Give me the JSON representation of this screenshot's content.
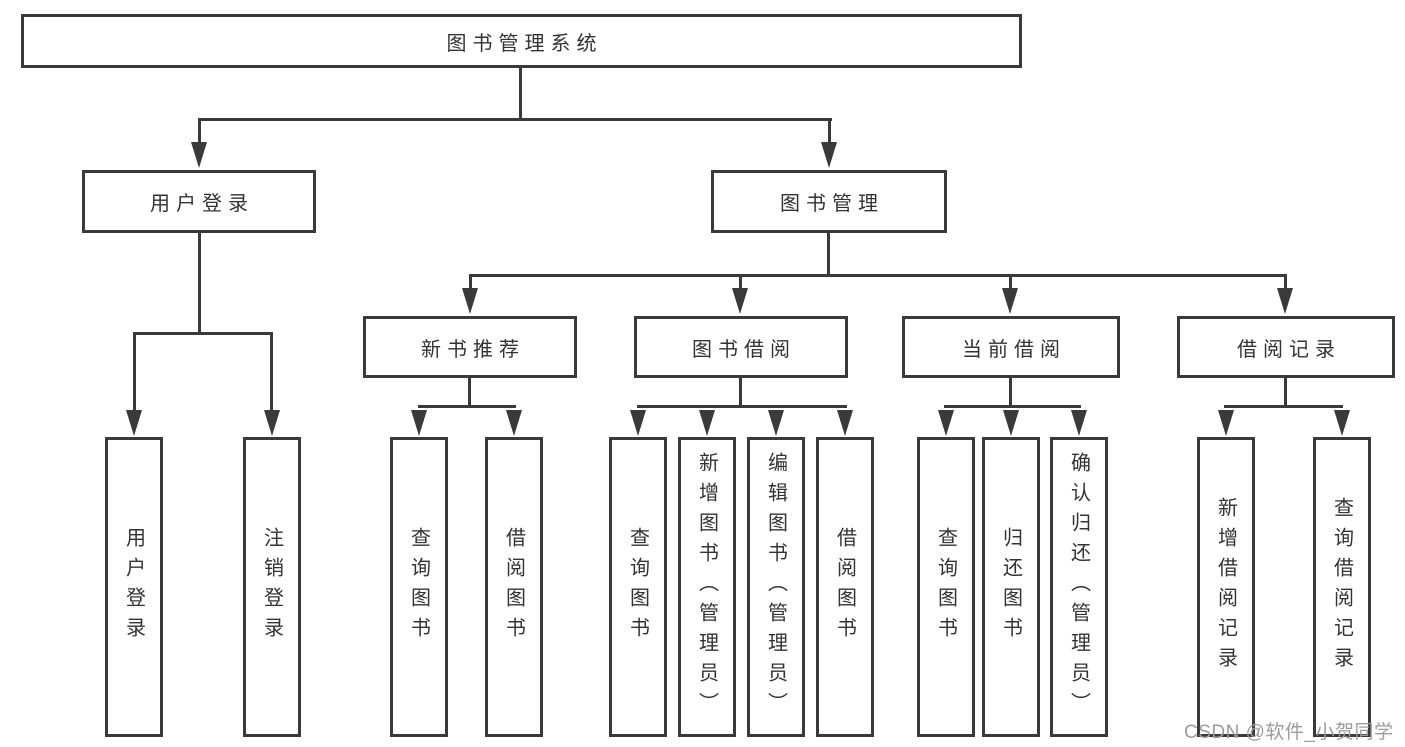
{
  "diagram": {
    "root": "图书管理系统",
    "level1": {
      "login": "用户登录",
      "manage": "图书管理"
    },
    "level2": {
      "recommend": "新书推荐",
      "borrow": "图书借阅",
      "current": "当前借阅",
      "records": "借阅记录"
    },
    "leaves": {
      "login": [
        "用户登录",
        "注销登录"
      ],
      "recommend": [
        "查询图书",
        "借阅图书"
      ],
      "borrow": [
        "查询图书",
        "新增图书（管理员）",
        "编辑图书（管理员）",
        "借阅图书"
      ],
      "current": [
        "查询图书",
        "归还图书",
        "确认归还（管理员）"
      ],
      "records": [
        "新增借阅记录",
        "查询借阅记录"
      ]
    },
    "watermark": "CSDN @软件_小贺同学"
  },
  "colors": {
    "line": "#3a3a3a",
    "text": "#333333",
    "box_fill": "#ffffff",
    "background": "#ffffff",
    "watermark": "#9c9c9c"
  }
}
